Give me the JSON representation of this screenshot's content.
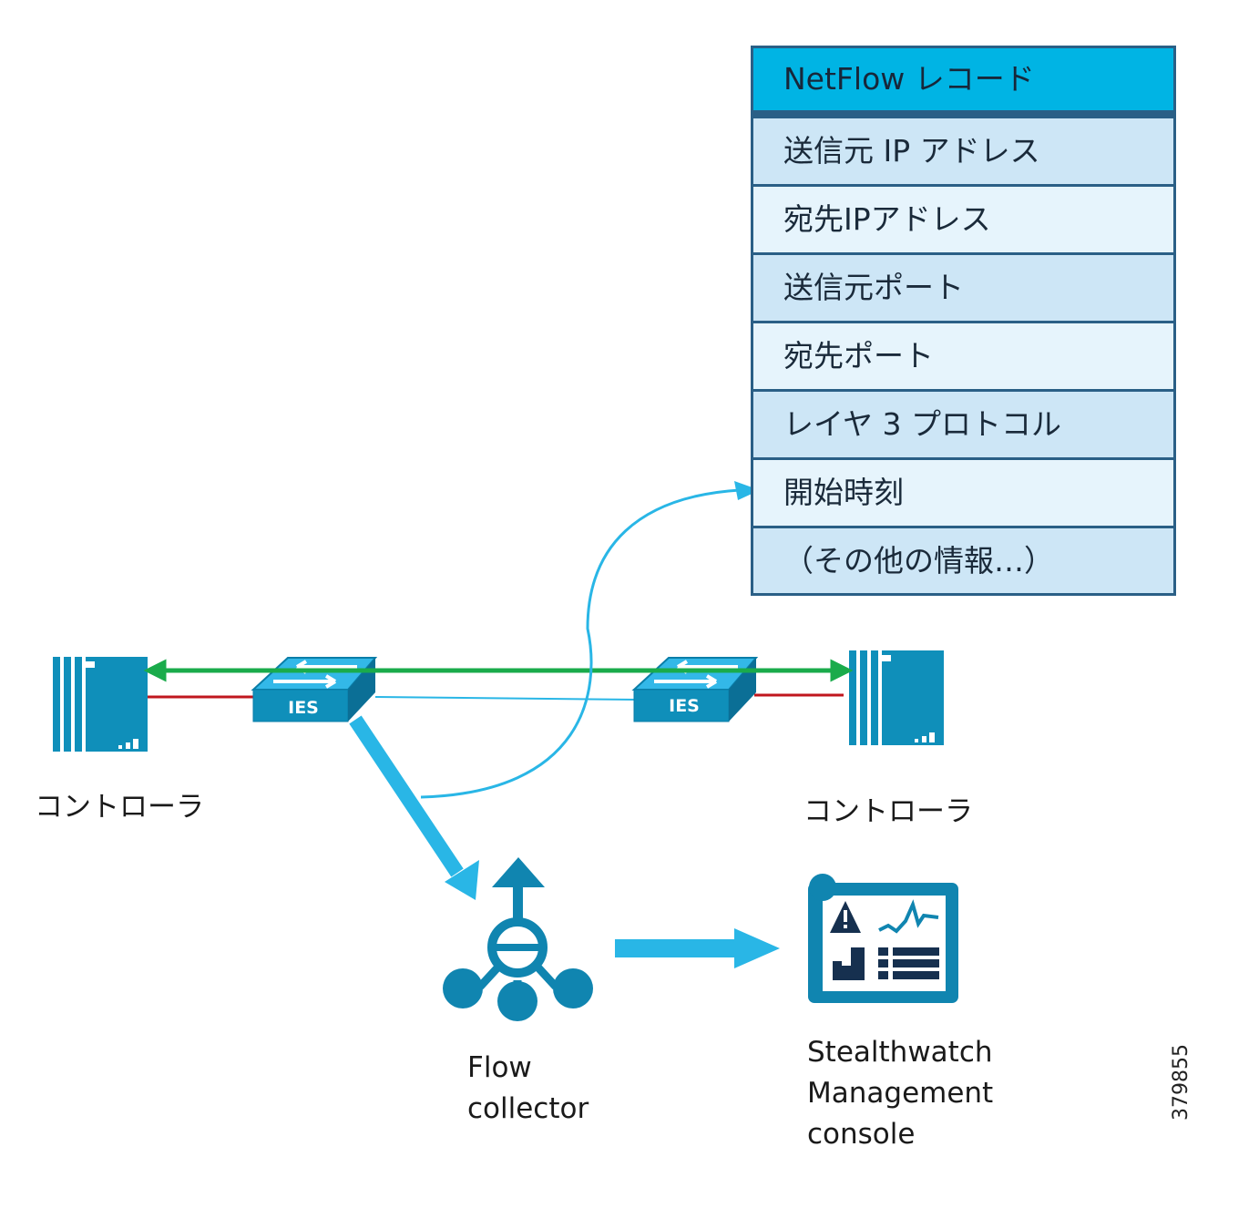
{
  "record_table": {
    "header": "NetFlow レコード",
    "rows": [
      "送信元 IP アドレス",
      "宛先IPアドレス",
      "送信元ポート",
      "宛先ポート",
      "レイヤ 3 プロトコル",
      "開始時刻",
      "（その他の情報…）"
    ]
  },
  "devices": {
    "controller_left": "コントローラ",
    "controller_right": "コントローラ",
    "switch_left": "IES",
    "switch_right": "IES",
    "flow_collector_line1": "Flow",
    "flow_collector_line2": "collector",
    "smc_line1": "Stealthwatch",
    "smc_line2": "Management",
    "smc_line3": "console"
  },
  "figure_id": "379855",
  "colors": {
    "accent": "#00b4e4",
    "icon_blue": "#0f8fba",
    "table_border": "#2a5f86",
    "row_dark": "#cde6f6",
    "row_light": "#e6f4fc",
    "traffic_green": "#1aab4b",
    "link_red": "#c0161d",
    "navy": "#16304f"
  }
}
